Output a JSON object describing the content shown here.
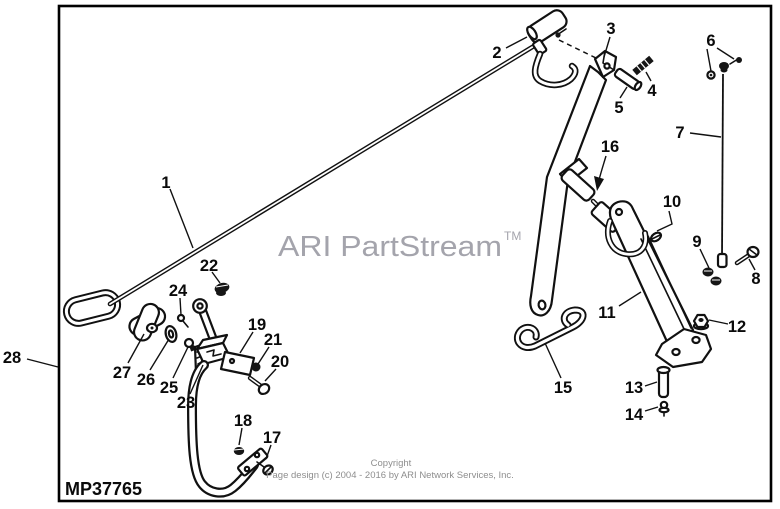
{
  "diagram": {
    "part_number": "MP37765",
    "watermark": {
      "name": "ARI PartStream",
      "tm": "TM"
    },
    "copyright_line1": "Copyright",
    "copyright_line2": "Page design (c) 2004 - 2016 by ARI Network Services, Inc.",
    "callouts": [
      "1",
      "2",
      "3",
      "4",
      "5",
      "6",
      "7",
      "8",
      "9",
      "10",
      "11",
      "12",
      "13",
      "14",
      "15",
      "16",
      "17",
      "18",
      "19",
      "20",
      "21",
      "22",
      "23",
      "24",
      "25",
      "26",
      "27",
      "28"
    ],
    "colors": {
      "line": "#111111",
      "watermark": "#a4a4ac",
      "copyright": "#8e8e8e",
      "background": "#ffffff",
      "border": "#000000"
    }
  }
}
